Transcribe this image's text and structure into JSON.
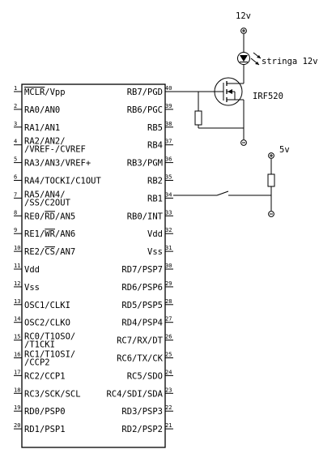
{
  "chip": {
    "left_pins": [
      {
        "num": "1",
        "name": "MCLR/Vpp",
        "overline": "MCLR"
      },
      {
        "num": "2",
        "name": "RA0/AN0"
      },
      {
        "num": "3",
        "name": "RA1/AN1"
      },
      {
        "num": "4",
        "name": "RA2/AN2/",
        "name2": "/VREF-/CVREF"
      },
      {
        "num": "5",
        "name": "RA3/AN3/VREF+"
      },
      {
        "num": "6",
        "name": "RA4/TOCKI/C1OUT"
      },
      {
        "num": "7",
        "name": "RA5/AN4/",
        "name2": "/SS/C2OUT"
      },
      {
        "num": "8",
        "name": "RE0/RD/AN5",
        "overline": "RD"
      },
      {
        "num": "9",
        "name": "RE1/WR/AN6",
        "overline": "WR"
      },
      {
        "num": "10",
        "name": "RE2/CS/AN7",
        "overline": "CS"
      },
      {
        "num": "11",
        "name": "Vdd"
      },
      {
        "num": "12",
        "name": "Vss"
      },
      {
        "num": "13",
        "name": "OSC1/CLKI"
      },
      {
        "num": "14",
        "name": "OSC2/CLKO"
      },
      {
        "num": "15",
        "name": "RC0/T1OSO/",
        "name2": "/T1CKI"
      },
      {
        "num": "16",
        "name": "RC1/T1OSI/",
        "name2": "/CCP2"
      },
      {
        "num": "17",
        "name": "RC2/CCP1"
      },
      {
        "num": "18",
        "name": "RC3/SCK/SCL"
      },
      {
        "num": "19",
        "name": "RD0/PSP0"
      },
      {
        "num": "20",
        "name": "RD1/PSP1"
      }
    ],
    "right_pins": [
      {
        "num": "40",
        "name": "RB7/PGD"
      },
      {
        "num": "39",
        "name": "RB6/PGC"
      },
      {
        "num": "38",
        "name": "RB5"
      },
      {
        "num": "37",
        "name": "RB4"
      },
      {
        "num": "36",
        "name": "RB3/PGM"
      },
      {
        "num": "35",
        "name": "RB2"
      },
      {
        "num": "34",
        "name": "RB1"
      },
      {
        "num": "33",
        "name": "RB0/INT"
      },
      {
        "num": "32",
        "name": "Vdd"
      },
      {
        "num": "31",
        "name": "Vss"
      },
      {
        "num": "30",
        "name": "RD7/PSP7"
      },
      {
        "num": "29",
        "name": "RD6/PSP6"
      },
      {
        "num": "28",
        "name": "RD5/PSP5"
      },
      {
        "num": "27",
        "name": "RD4/PSP4"
      },
      {
        "num": "26",
        "name": "RC7/RX/DT"
      },
      {
        "num": "25",
        "name": "RC6/TX/CK"
      },
      {
        "num": "24",
        "name": "RC5/SDO"
      },
      {
        "num": "23",
        "name": "RC4/SDI/SDA"
      },
      {
        "num": "22",
        "name": "RD3/PSP3"
      },
      {
        "num": "21",
        "name": "RD2/PSP2"
      }
    ]
  },
  "labels": {
    "v12": "12v",
    "stringa": "stringa 12v",
    "mosfet": "IRF520",
    "v5": "5v"
  }
}
